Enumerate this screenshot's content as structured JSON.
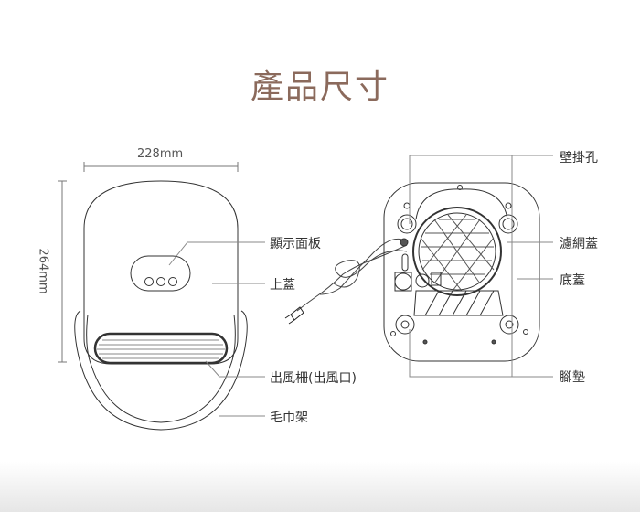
{
  "title": "產品尺寸",
  "dimensions": {
    "width": "228mm",
    "height": "264mm"
  },
  "front_labels": {
    "display_panel": "顯示面板",
    "top_cover": "上蓋",
    "air_outlet": "出風柵(出風口)",
    "towel_rack": "毛巾架"
  },
  "back_labels": {
    "wall_hole": "壁掛孔",
    "filter_cover": "濾網蓋",
    "bottom_cover": "底蓋",
    "foot_pad": "腳墊"
  },
  "colors": {
    "title": "#8b6a5c",
    "line": "#555555"
  }
}
